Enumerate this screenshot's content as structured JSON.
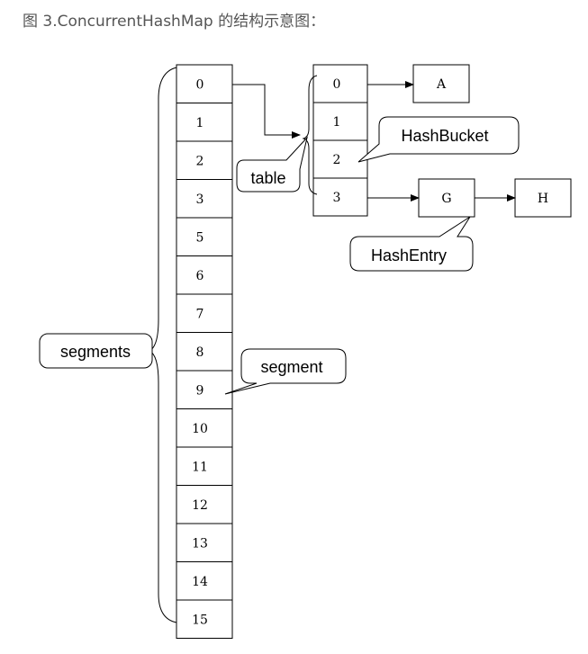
{
  "caption": "图 3.ConcurrentHashMap 的结构示意图：",
  "segments_array": {
    "labels": [
      "0",
      "1",
      "2",
      "3",
      "5",
      "6",
      "7",
      "8",
      "9",
      "10",
      "11",
      "12",
      "13",
      "14",
      "15"
    ]
  },
  "table_array": {
    "labels": [
      "0",
      "1",
      "2",
      "3"
    ]
  },
  "nodes": {
    "a": "A",
    "g": "G",
    "h": "H"
  },
  "callouts": {
    "segments": "segments",
    "segment": "segment",
    "table": "table",
    "hashbucket": "HashBucket",
    "hashentry": "HashEntry"
  }
}
